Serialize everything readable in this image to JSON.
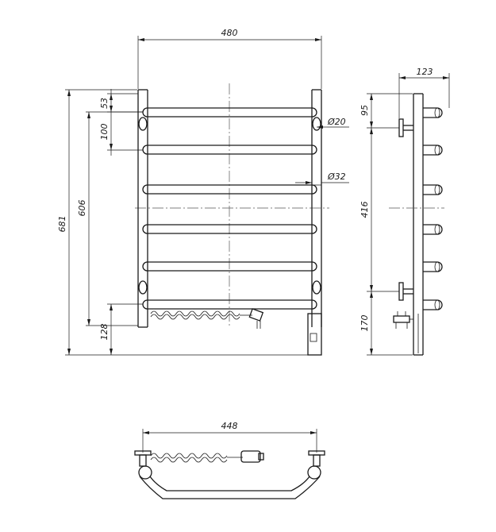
{
  "front_view": {
    "width_dim": "480",
    "top_offset_dim": "53",
    "pitch_dim": "100",
    "overall_height_dim": "681",
    "inner_height_dim": "606",
    "bottom_offset_dim": "128",
    "tube_small_dim": "Ø20",
    "tube_large_dim": "Ø32"
  },
  "side_view": {
    "depth_dim": "123",
    "top_mount_dim": "95",
    "mount_spacing_dim": "416",
    "bottom_mount_dim": "170"
  },
  "top_view": {
    "width_dim": "448"
  }
}
